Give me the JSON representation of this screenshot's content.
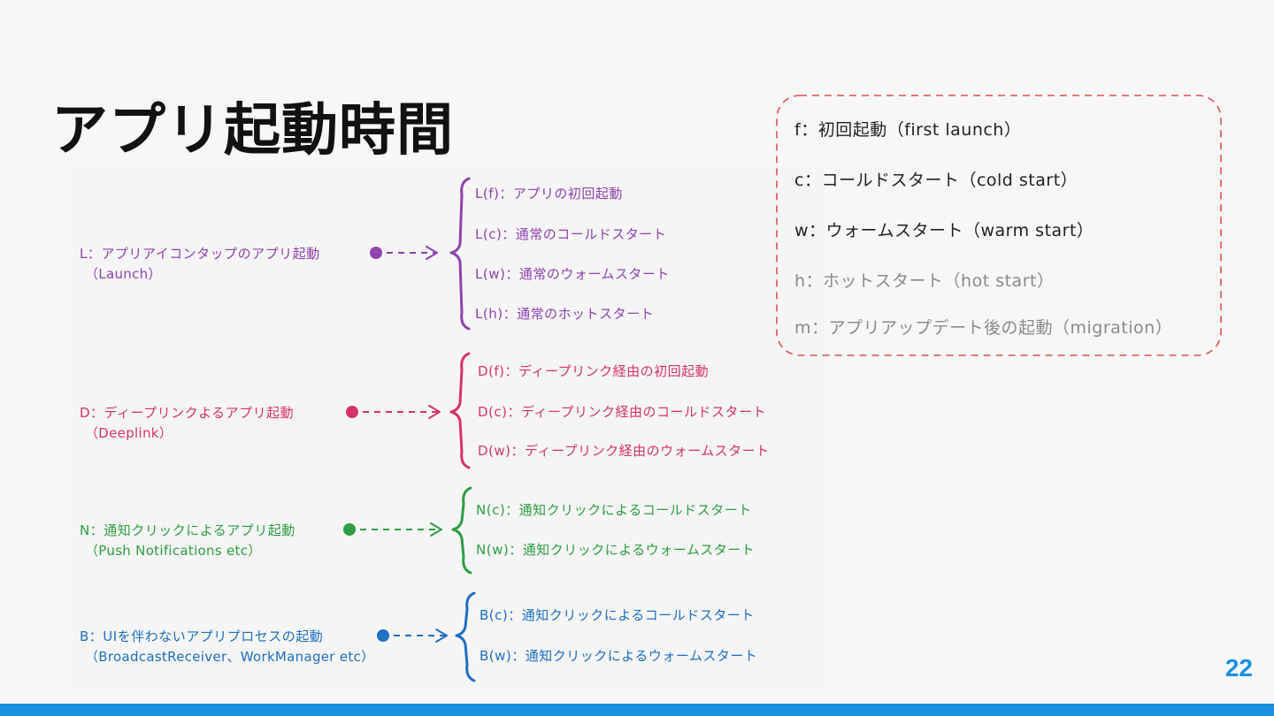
{
  "slide": {
    "title": "アプリ起動時間",
    "page_number": "22"
  },
  "legend": {
    "items": [
      {
        "text": "f：初回起動（first launch）",
        "color": "#222222"
      },
      {
        "text": "c：コールドスタート（cold start）",
        "color": "#222222"
      },
      {
        "text": "w：ウォームスタート（warm start）",
        "color": "#222222"
      },
      {
        "text": "h：ホットスタート（hot start）",
        "color": "#8a8a8a"
      },
      {
        "text": "m：アプリアップデート後の起動（migration）",
        "color": "#8a8a8a"
      }
    ],
    "border_color": "#d9534f"
  },
  "categories": [
    {
      "label": "L：アプリアイコンタップのアプリ起動",
      "sub": "（Launch）",
      "color": "#8e44ad",
      "leaves": [
        "L(f)：アプリの初回起動",
        "L(c)：通常のコールドスタート",
        "L(w)：通常のウォームスタート",
        "L(h)：通常のホットスタート"
      ]
    },
    {
      "label": "D：ディープリンクよるアプリ起動",
      "sub": "（Deeplink）",
      "color": "#d6336c",
      "leaves": [
        "D(f)：ディープリンク経由の初回起動",
        "D(c)：ディープリンク経由のコールドスタート",
        "D(w)：ディープリンク経由のウォームスタート"
      ]
    },
    {
      "label": "N：通知クリックによるアプリ起動",
      "sub": "（Push Notifications etc）",
      "color": "#2f9e44",
      "leaves": [
        "N(c)：通知クリックによるコールドスタート",
        "N(w)：通知クリックによるウォームスタート"
      ]
    },
    {
      "label": "B：UIを伴わないアプリプロセスの起動",
      "sub": "（BroadcastReceiver、WorkManager etc）",
      "color": "#1f6fc2",
      "leaves": [
        "B(c)：通知クリックによるコールドスタート",
        "B(w)：通知クリックによるウォームスタート"
      ]
    }
  ]
}
